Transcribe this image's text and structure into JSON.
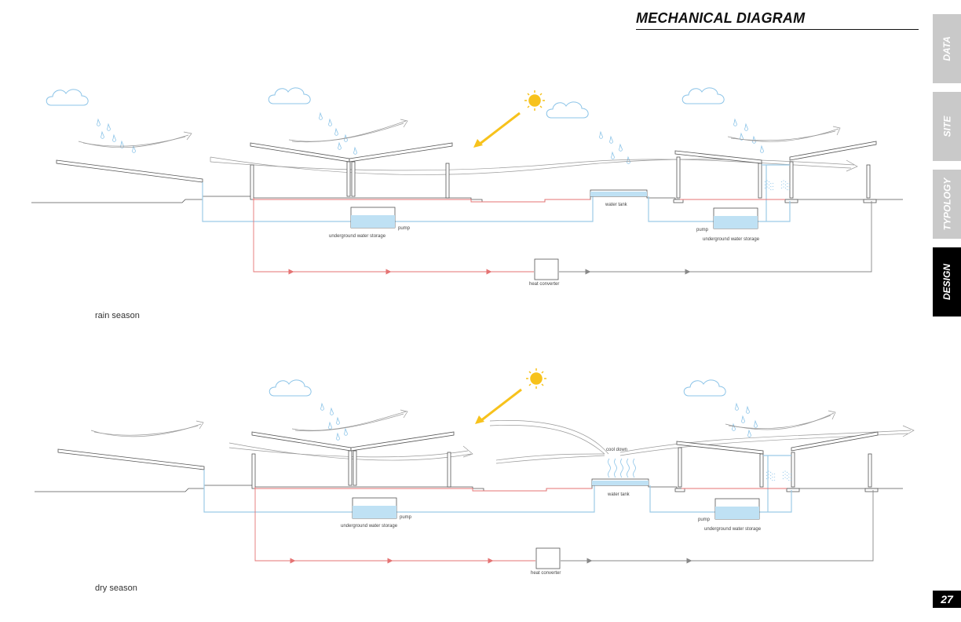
{
  "header": {
    "title": "MECHANICAL DIAGRAM"
  },
  "side_tabs": [
    {
      "label": "DATA",
      "active": false
    },
    {
      "label": "SITE",
      "active": false
    },
    {
      "label": "TYPOLOGY",
      "active": false
    },
    {
      "label": "DESIGN",
      "active": true
    }
  ],
  "page_number": "27",
  "colors": {
    "water": "#9ccae6",
    "water_fill": "#bfe1f4",
    "heat_line": "#e57373",
    "return_line": "#888888",
    "sun": "#f7c21c",
    "cloud": "#8cc4e8",
    "building": "#555555"
  },
  "diagrams": {
    "rain": {
      "season_label": "rain season",
      "labels": {
        "pump_left": "pump",
        "storage_left": "underground water storage",
        "water_tank": "water tank",
        "pump_right": "pump",
        "storage_right": "underground water storage",
        "heat_converter": "heat converter"
      }
    },
    "dry": {
      "season_label": "dry season",
      "labels": {
        "pump_left": "pump",
        "storage_left": "underground water storage",
        "cool_down": "cool down",
        "water_tank": "water tank",
        "pump_right": "pump",
        "storage_right": "underground water storage",
        "heat_converter": "heat converter"
      }
    }
  }
}
